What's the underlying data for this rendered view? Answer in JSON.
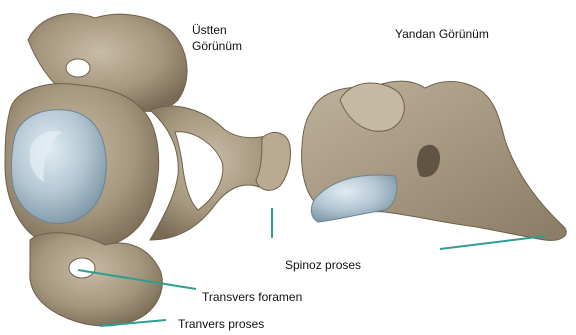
{
  "labels": {
    "top_view_line1": "Üstten",
    "top_view_line2": "Görünüm",
    "side_view": "Yandan Görünüm",
    "spinous_process": "Spinoz proses",
    "transverse_foramen": "Transvers foramen",
    "transverse_process": "Tranvers proses"
  },
  "colors": {
    "bone": "#a5967e",
    "bone_light": "#c2b59d",
    "bone_dark": "#6e604c",
    "disc": "#a9bfcc",
    "disc_light": "#d3e1ea",
    "pointer_line": "#2e9e93",
    "text": "#111111",
    "background": "#ffffff"
  }
}
